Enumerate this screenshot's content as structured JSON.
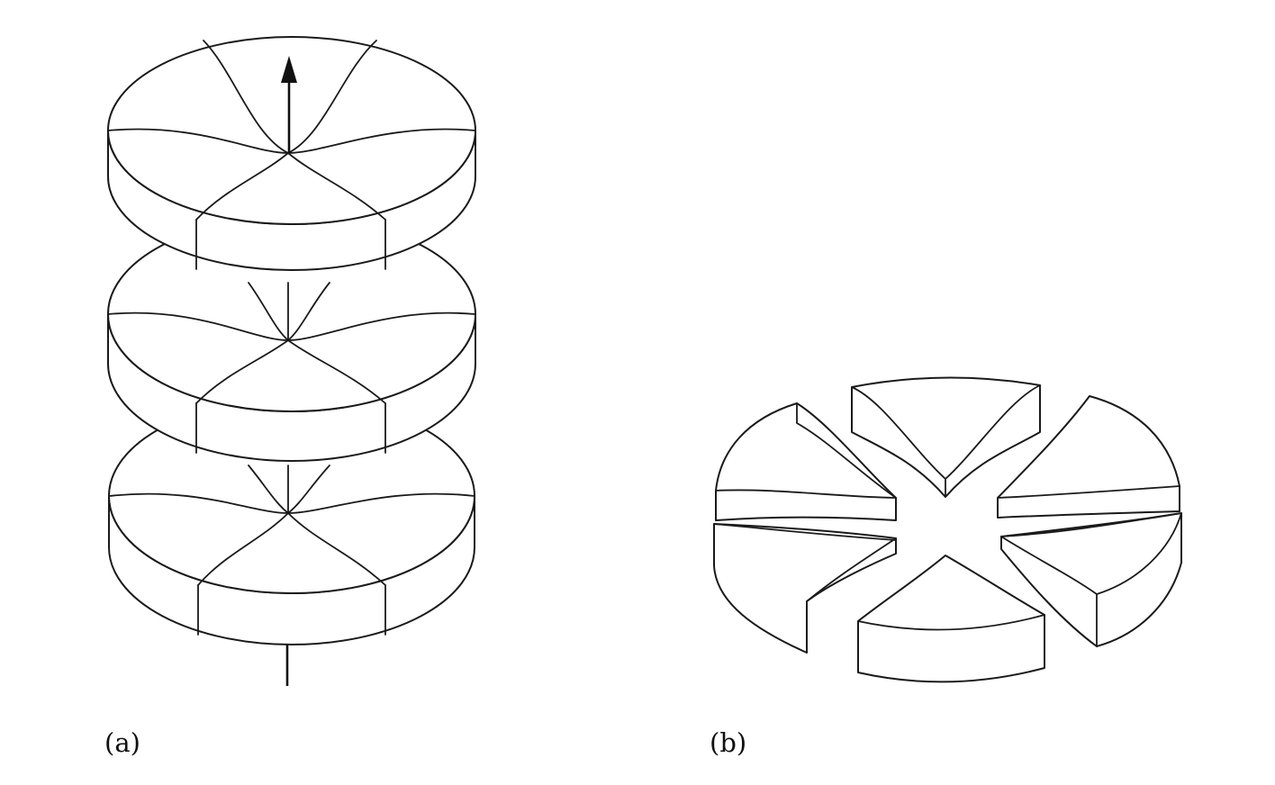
{
  "panels": [
    {
      "id": "a",
      "label": "(a)"
    },
    {
      "id": "b",
      "label": "(b)"
    }
  ],
  "colors": {
    "ink": "#1a1a1a",
    "background": "#ffffff"
  }
}
